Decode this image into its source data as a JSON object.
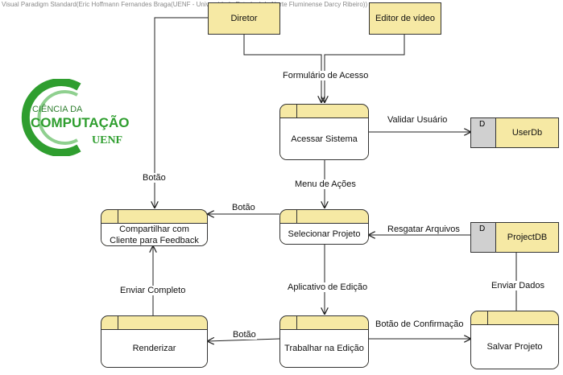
{
  "watermark": "Visual Paradigm Standard(Eric Hoffmann Fernandes Braga(UENF - Universidade Estadual do Norte Fluminense Darcy Ribeiro))",
  "logo": {
    "line1": "CIÊNCIA DA",
    "line2": "COMPUTAÇÃO",
    "line3": "UENF",
    "colors": {
      "green": "#2f9e2f",
      "light_green": "#8fd08f"
    }
  },
  "entities": {
    "diretor": "Diretor",
    "editor": "Editor de vídeo"
  },
  "processes": {
    "acessar": "Acessar Sistema",
    "selecionar": "Selecionar Projeto",
    "compartilhar": "Compartilhar com Cliente para Feedback",
    "renderizar": "Renderizar",
    "trabalhar": "Trabalhar na Edição",
    "salvar": "Salvar Projeto"
  },
  "stores": {
    "userdb": {
      "id": "D",
      "name": "UserDb"
    },
    "projectdb": {
      "id": "D",
      "name": "ProjectDB"
    }
  },
  "flows": {
    "formulario": "Formulário de Acesso",
    "validar": "Validar Usuário",
    "menu": "Menu de Ações",
    "botao_top": "Botão",
    "botao_share": "Botão",
    "resgatar": "Resgatar Arquivos",
    "aplicativo": "Aplicativo de Edição",
    "enviar_completo": "Enviar Completo",
    "botao_render": "Botão",
    "botao_confirmacao": "Botão de Confirmação",
    "enviar_dados": "Enviar Dados"
  },
  "colors": {
    "box_fill": "#f6e9a4",
    "store_id_fill": "#d0d0d0",
    "line": "#333333"
  }
}
